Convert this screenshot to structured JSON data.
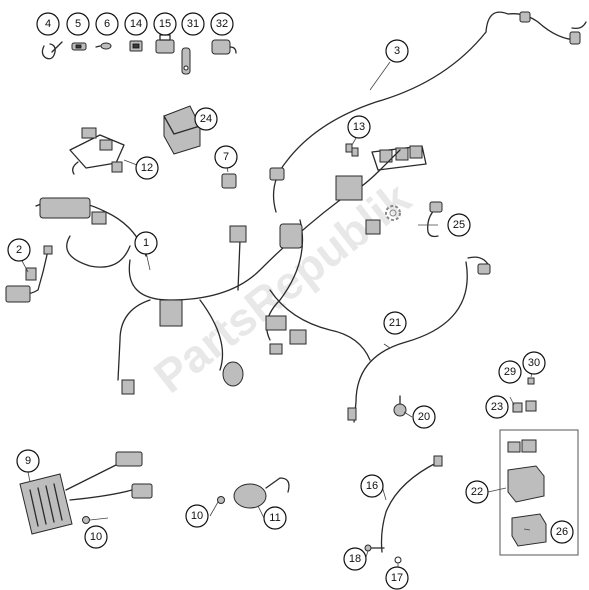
{
  "diagram": {
    "watermark": "PartsRepublik",
    "callouts": {
      "c1": "1",
      "c2": "2",
      "c3": "3",
      "c4": "4",
      "c5": "5",
      "c6": "6",
      "c7": "7",
      "c9": "9",
      "c10a": "10",
      "c10b": "10",
      "c11": "11",
      "c12": "12",
      "c13": "13",
      "c14": "14",
      "c15": "15",
      "c16": "16",
      "c17": "17",
      "c18": "18",
      "c20": "20",
      "c21": "21",
      "c22": "22",
      "c23": "23",
      "c24": "24",
      "c25": "25",
      "c26": "26",
      "c29": "29",
      "c30": "30",
      "c31": "31",
      "c32": "32"
    }
  }
}
